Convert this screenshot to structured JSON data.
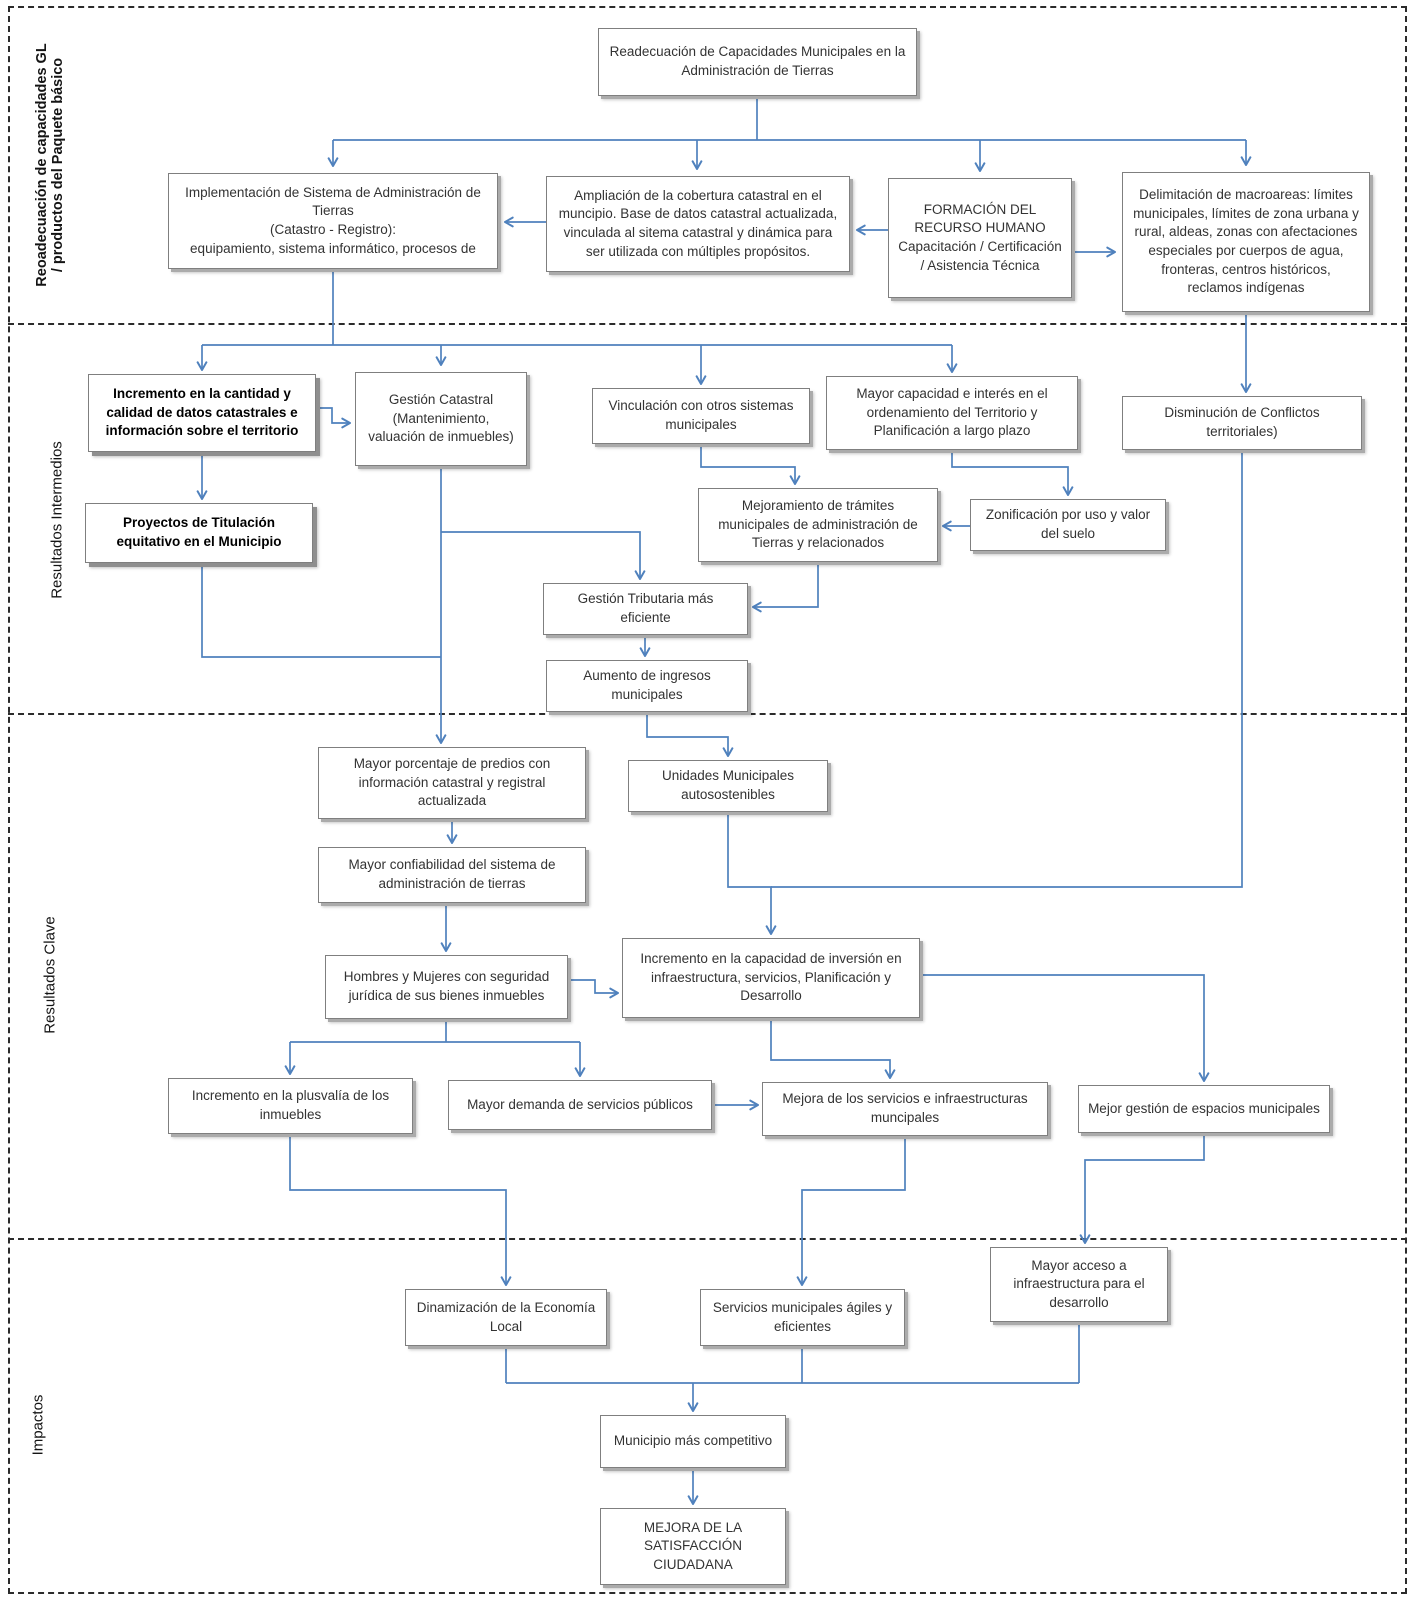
{
  "bands": {
    "productos": "Reoadecuación de capacidades GL\n/ productos  del Paquete  básico",
    "intermedios": "Resultados Intermedios",
    "clave": "Resultados Clave",
    "impactos": "Impactos"
  },
  "nodes": {
    "titulo": {
      "text": "Readecuación de Capacidades Municipales en la Administración de Tierras"
    },
    "implementacion": {
      "text": "Implementación de Sistema de Administración de Tierras\n(Catastro - Registro):\nequipamiento, sistema informático, procesos de"
    },
    "ampliacion": {
      "text": "Ampliación de la cobertura catastral en el muncipio. Base de datos catastral actualizada, vinculada al sitema catastral y dinámica para ser utilizada con múltiples propósitos."
    },
    "formacion": {
      "text": "FORMACIÓN  DEL RECURSO HUMANO\nCapacitación / Certificación / Asistencia Técnica"
    },
    "delimitacion": {
      "text": "Delimitación de macroareas: límites municipales, límites de zona urbana y rural, aldeas,  zonas con afectaciones especiales por cuerpos de agua, fronteras, centros históricos, reclamos indígenas"
    },
    "incremento_datos": {
      "text": "Incremento en la cantidad y calidad de datos catastrales e información sobre el territorio"
    },
    "gestion_catastral": {
      "text": "Gestión Catastral\n(Mantenimiento, valuación de inmuebles)"
    },
    "vinculacion": {
      "text": "Vinculación con otros sistemas municipales"
    },
    "mayor_capacidad": {
      "text": "Mayor capacidad e interés en el ordenamiento del Territorio y Planificación a largo plazo"
    },
    "disminucion": {
      "text": "Disminución de Conflictos territoriales)"
    },
    "proyectos": {
      "text": "Proyectos de Titulación equitativo en el Municipio"
    },
    "mejoramiento": {
      "text": "Mejoramiento de trámites municipales de administración de Tierras y relacionados"
    },
    "zonificacion": {
      "text": "Zonificación por uso y valor del suelo"
    },
    "gestion_tributaria": {
      "text": "Gestión Tributaria más eficiente"
    },
    "aumento_ingresos": {
      "text": "Aumento de ingresos municipales"
    },
    "mayor_porcentaje": {
      "text": "Mayor porcentaje de predios con información catastral y registral actualizada"
    },
    "unidades": {
      "text": "Unidades Municipales autosostenibles"
    },
    "confiabilidad": {
      "text": "Mayor confiabilidad del sistema de administración de tierras"
    },
    "seguridad_juridica": {
      "text": "Hombres y Mujeres  con seguridad jurídica de sus bienes inmuebles"
    },
    "capacidad_inversion": {
      "text": "Incremento en la capacidad de inversión en infraestructura, servicios, Planificación y Desarrollo"
    },
    "plusvalia": {
      "text": "Incremento en la plusvalía de los inmuebles"
    },
    "demanda_servicios": {
      "text": "Mayor demanda de servicios públicos"
    },
    "mejora_servicios": {
      "text": "Mejora de los servicios e infraestructuras muncipales"
    },
    "gestion_espacios": {
      "text": "Mejor gestión de espacios municipales"
    },
    "dinamizacion": {
      "text": "Dinamización de la Economía Local"
    },
    "servicios_agiles": {
      "text": "Servicios municipales ágiles y eficientes"
    },
    "acceso_infraestructura": {
      "text": "Mayor acceso a infraestructura para el desarrollo"
    },
    "competitivo": {
      "text": "Municipio más competitivo"
    },
    "satisfaccion": {
      "text": "MEJORA DE LA SATISFACCIÓN CIUDADANA"
    }
  },
  "colors": {
    "arrow_blue": "#4f81bd",
    "box_border_gray": "#7f7f7f",
    "frame_dash_black": "#2b2b2b"
  }
}
